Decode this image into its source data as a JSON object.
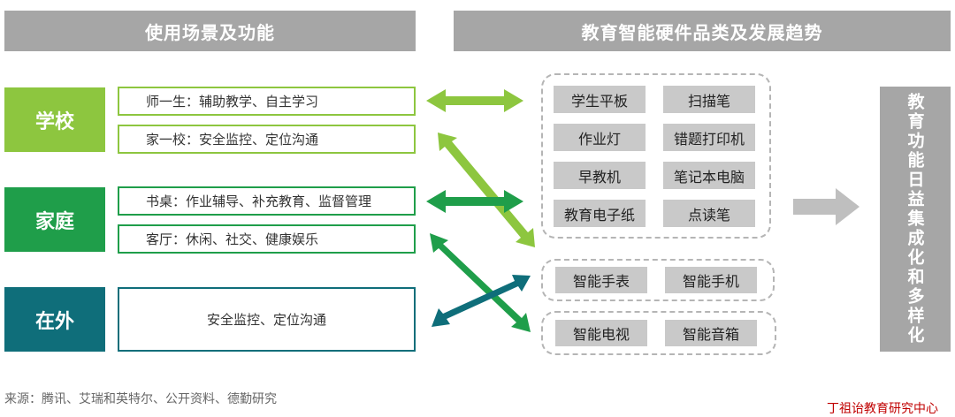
{
  "headers": {
    "left": "使用场景及功能",
    "right": "教育智能硬件品类及发展趋势"
  },
  "contexts": [
    {
      "label": "学校",
      "color": "#8dc63f"
    },
    {
      "label": "家庭",
      "color": "#1f9e4a"
    },
    {
      "label": "在外",
      "color": "#0f6e7a"
    }
  ],
  "scenes": [
    {
      "text": "师一生：辅助教学、自主学习"
    },
    {
      "text": "家一校：安全监控、定位沟通"
    },
    {
      "text": "书桌：作业辅导、补充教育、监督管理"
    },
    {
      "text": "客厅：休闲、社交、健康娱乐"
    },
    {
      "text": "安全监控、定位沟通"
    }
  ],
  "products": {
    "group1": [
      "学生平板",
      "扫描笔",
      "作业灯",
      "错题打印机",
      "早教机",
      "笔记本电脑",
      "教育电子纸",
      "点读笔"
    ],
    "group2": [
      "智能手表",
      "智能手机"
    ],
    "group3": [
      "智能电视",
      "智能音箱"
    ]
  },
  "trend": "教育功能日益集成化和多样化",
  "source": "来源：腾讯、艾瑞和英特尔、公开资料、德勤研究",
  "watermark": "丁祖诒教育研究中心",
  "colors": {
    "header": "#a6a6a6",
    "light_green": "#8dc63f",
    "green": "#1f9e4a",
    "teal": "#0f6e7a",
    "tag": "#c9c9c9",
    "arrow_gray": "#bfbfbf"
  },
  "icons": [
    "double-arrow-icon",
    "right-arrow-icon"
  ]
}
